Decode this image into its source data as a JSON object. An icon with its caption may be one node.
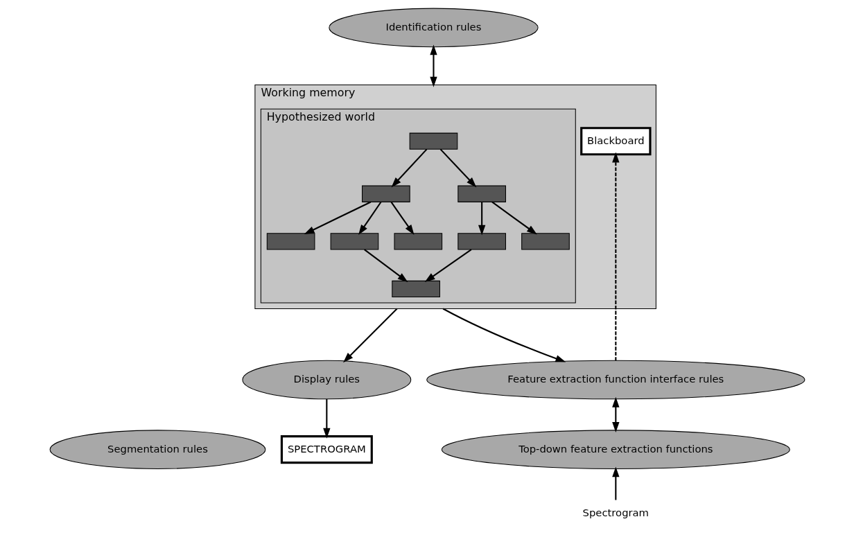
{
  "diagram": {
    "nodes": [
      {
        "text": [
          "Segmentation rules"
        ]
      },
      {
        "text": [
          "Identification rules"
        ]
      },
      {
        "text": [
          "Working memory"
        ]
      },
      {
        "text": [
          "Blackboard"
        ],
        "in": 2
      },
      {
        "text": [
          "Hypothesized world"
        ],
        "in": 2
      },
      {
        "text": [],
        "shape": "box",
        "in": 4
      },
      {
        "text": [],
        "shape": "box",
        "in": 4
      },
      {
        "text": [],
        "shape": "box",
        "in": 4
      },
      {
        "text": [],
        "shape": "box",
        "in": 4
      },
      {
        "text": [],
        "shape": "box",
        "in": 4
      },
      {
        "text": [],
        "shape": "box",
        "in": 4
      },
      {
        "text": [],
        "shape": "box",
        "in": 4
      },
      {
        "text": [],
        "shape": "box",
        "in": 4
      },
      {
        "text": [],
        "shape": "box",
        "in": 4
      },
      {
        "text": [
          "Feature extraction function interface rules"
        ]
      },
      {
        "text": [
          "Display rules"
        ]
      },
      {
        "text": [
          "Top-down feature extraction functions"
        ]
      },
      {
        "text": [
          "Spectrogram"
        ]
      },
      {
        "text": [
          "SPECTROGRAM"
        ]
      }
    ],
    "edges": [
      {
        "from": 1,
        "to": 2,
        "arrow": "both"
      },
      {
        "from": 5,
        "to": 6,
        "arrow": "to"
      },
      {
        "from": 5,
        "to": 7,
        "arrow": "to"
      },
      {
        "from": 6,
        "to": 8,
        "arrow": "to"
      },
      {
        "from": 6,
        "to": 9,
        "arrow": "to"
      },
      {
        "from": 6,
        "to": 10,
        "arrow": "to"
      },
      {
        "from": 7,
        "to": 11,
        "arrow": "to"
      },
      {
        "from": 7,
        "to": 12,
        "arrow": "to"
      },
      {
        "from": 9,
        "to": 13,
        "arrow": "to"
      },
      {
        "from": 11,
        "to": 13,
        "arrow": "to"
      },
      {
        "from": 2,
        "to": 14,
        "arrow": "to"
      },
      {
        "from": 2,
        "to": 15,
        "arrow": "to"
      },
      {
        "from": 14,
        "to": 3,
        "arrow": "to",
        "style": "dashed"
      },
      {
        "from": 14,
        "to": 16,
        "arrow": "both"
      },
      {
        "from": 17,
        "to": 16,
        "arrow": "to"
      },
      {
        "from": 15,
        "to": 18,
        "arrow": "to"
      }
    ]
  }
}
